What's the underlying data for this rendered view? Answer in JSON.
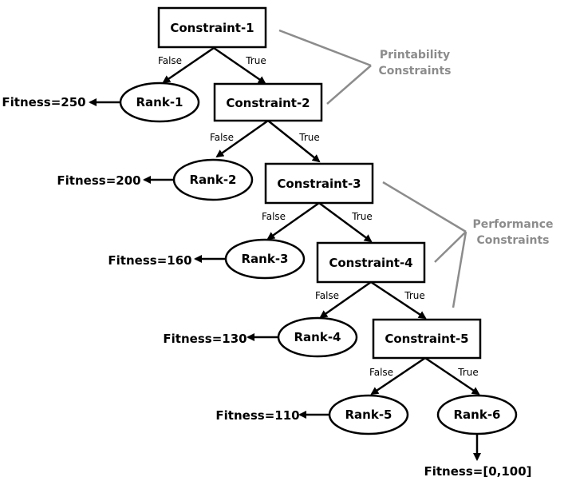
{
  "constraints": [
    {
      "label": "Constraint-1"
    },
    {
      "label": "Constraint-2"
    },
    {
      "label": "Constraint-3"
    },
    {
      "label": "Constraint-4"
    },
    {
      "label": "Constraint-5"
    }
  ],
  "ranks": [
    {
      "label": "Rank-1"
    },
    {
      "label": "Rank-2"
    },
    {
      "label": "Rank-3"
    },
    {
      "label": "Rank-4"
    },
    {
      "label": "Rank-5"
    },
    {
      "label": "Rank-6"
    }
  ],
  "fitness": [
    {
      "label": "Fitness=250"
    },
    {
      "label": "Fitness=200"
    },
    {
      "label": "Fitness=160"
    },
    {
      "label": "Fitness=130"
    },
    {
      "label": "Fitness=110"
    },
    {
      "label": "Fitness=[0,100]"
    }
  ],
  "edges": {
    "false_label": "False",
    "true_label": "True"
  },
  "groups": {
    "printability": {
      "line1": "Printability",
      "line2": "Constraints"
    },
    "performance": {
      "line1": "Performance",
      "line2": "Constraints"
    }
  },
  "colors": {
    "stroke": "#000000",
    "bracket": "#8c8c8c",
    "group_text": "#8c8c8c"
  }
}
